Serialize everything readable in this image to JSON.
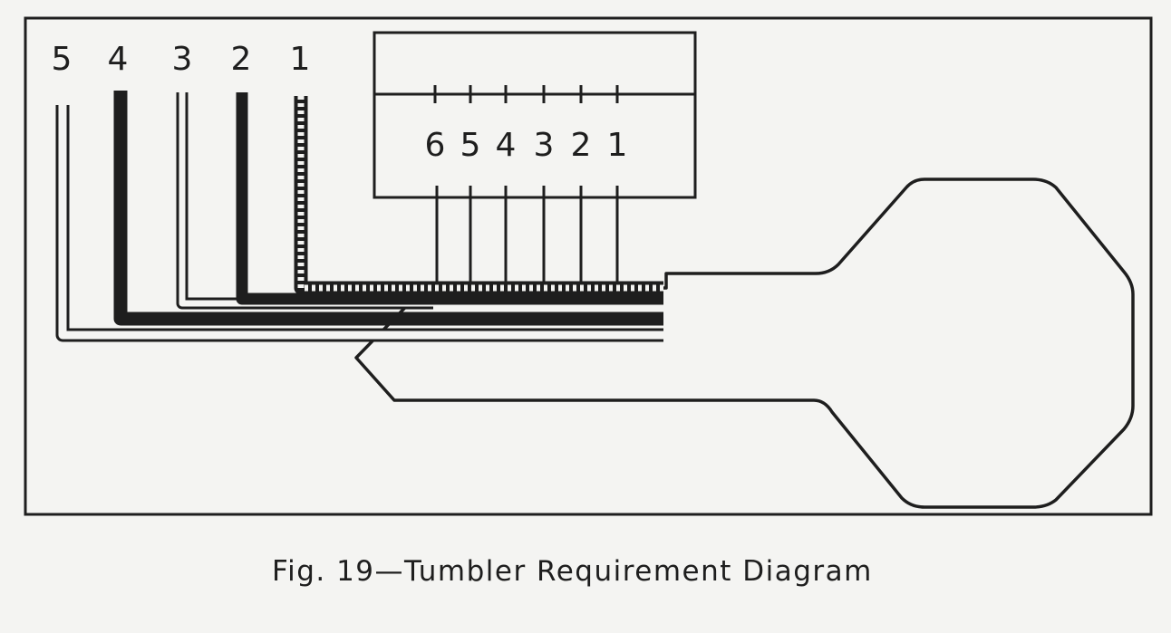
{
  "diagram": {
    "wafer_labels": [
      "5",
      "4",
      "3",
      "2",
      "1"
    ],
    "tumbler_labels": [
      "6",
      "5",
      "4",
      "3",
      "2",
      "1"
    ],
    "caption": "Fig. 19—Tumbler Requirement Diagram",
    "colors": {
      "ink": "#1e1e1e",
      "paper": "#f4f4f2"
    }
  }
}
